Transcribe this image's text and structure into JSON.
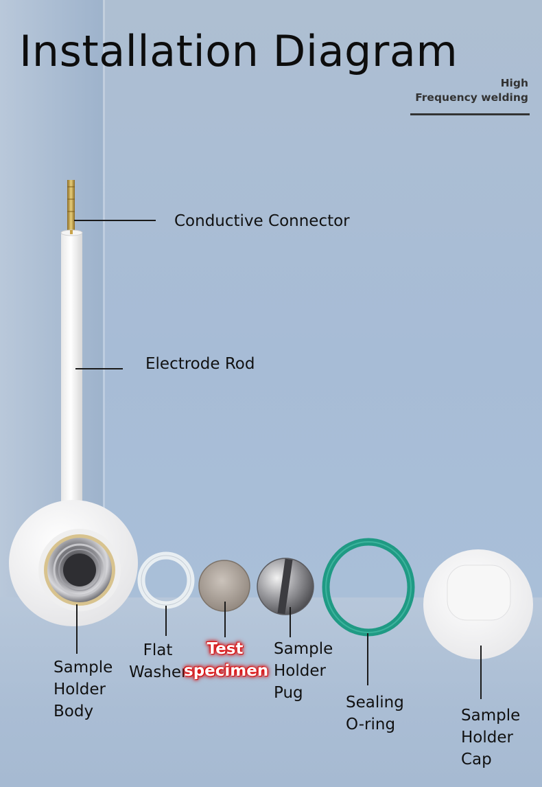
{
  "title": "Installation Diagram",
  "subtitle": {
    "line1": "High",
    "line2": "Frequency welding"
  },
  "labels": {
    "connector": "Conductive Connector",
    "rod": "Electrode Rod",
    "body": [
      "Sample",
      "Holder",
      "Body"
    ],
    "washer": [
      "Flat",
      "Washer"
    ],
    "specimen": [
      "Test",
      "specimen"
    ],
    "plug": [
      "Sample",
      "Holder",
      "Pug"
    ],
    "oring": [
      "Sealing",
      "O-ring"
    ],
    "cap": [
      "Sample",
      "Holder",
      "Cap"
    ]
  },
  "colors": {
    "highlight": "#e01010",
    "oring": "#1f9a84",
    "connector_gold": "#c9a34a"
  }
}
